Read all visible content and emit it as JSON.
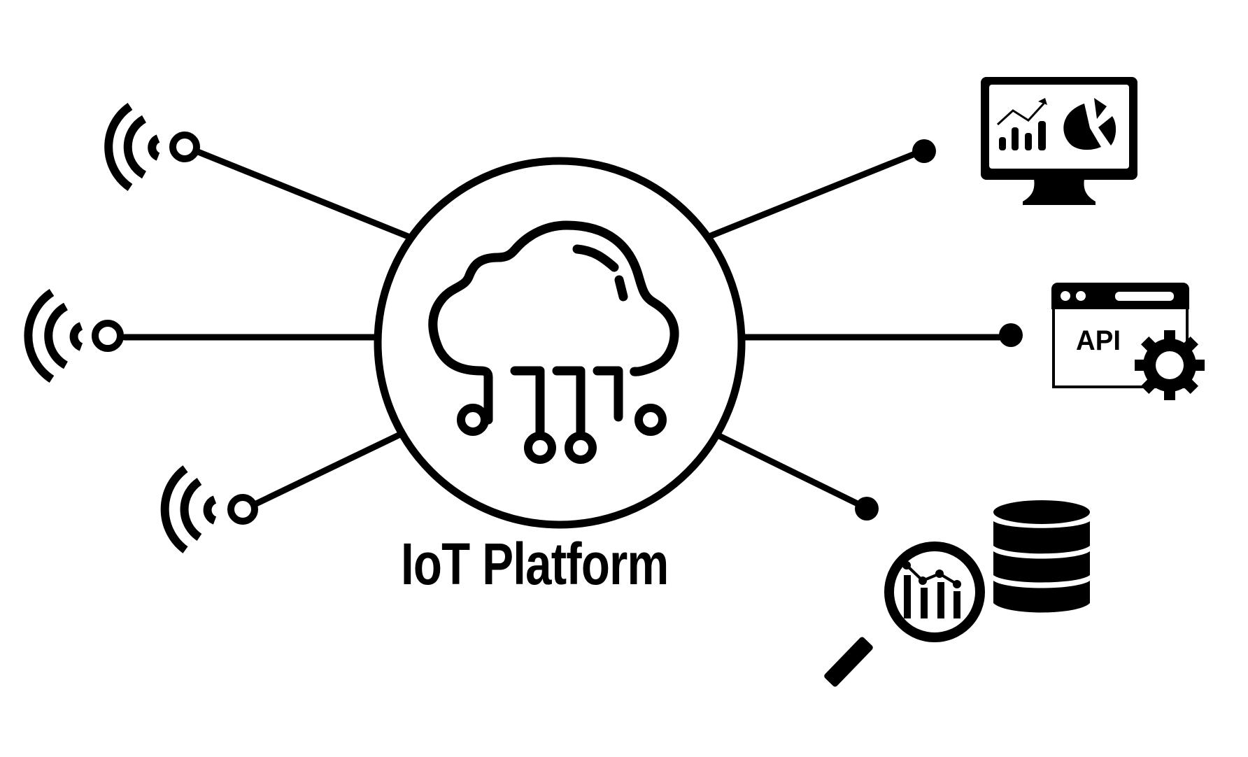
{
  "diagram": {
    "title": "IoT Platform",
    "center_icon": "cloud-circuit-icon",
    "line_color": "#000000",
    "background_color": "#ffffff",
    "left_nodes": [
      {
        "icon": "wireless-signal-icon",
        "label": "sensor-1"
      },
      {
        "icon": "wireless-signal-icon",
        "label": "sensor-2"
      },
      {
        "icon": "wireless-signal-icon",
        "label": "sensor-3"
      }
    ],
    "right_nodes": [
      {
        "icon": "dashboard-monitor-icon",
        "label": "dashboard"
      },
      {
        "icon": "api-settings-icon",
        "label": "api",
        "text": "API"
      },
      {
        "icon": "data-analytics-database-icon",
        "label": "analytics"
      }
    ]
  }
}
